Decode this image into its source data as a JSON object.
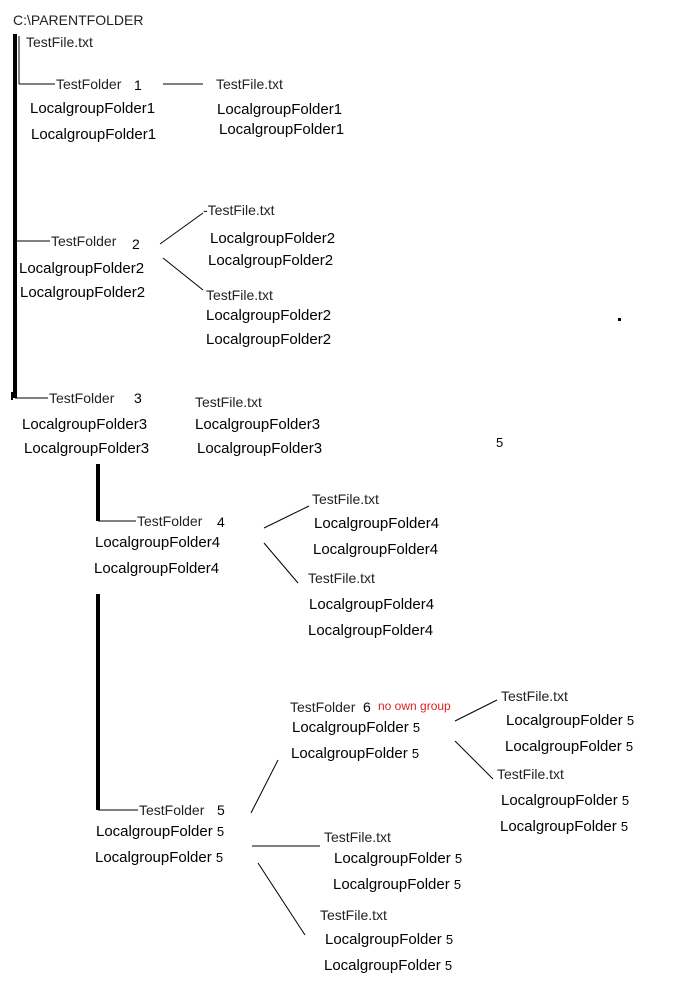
{
  "colors": {
    "line": "#000000",
    "text": "#222222",
    "note": "#dd2222",
    "background": "#ffffff"
  },
  "root": "C:\\PARENTFOLDER",
  "file": "TestFile.txt",
  "file_dash": "-TestFile.txt",
  "folder": "TestFolder",
  "note": "no own group",
  "groups": {
    "g1": "LocalgroupFolder1",
    "g2": "LocalgroupFolder2",
    "g3": "LocalgroupFolder3",
    "g4": "LocalgroupFolder4",
    "g5": "LocalgroupFolder",
    "g5_num": "5"
  },
  "numbers": {
    "n1": "1",
    "n2": "2",
    "n3": "3",
    "n4": "4",
    "n5": "5",
    "n6": "6",
    "stray": "5"
  }
}
